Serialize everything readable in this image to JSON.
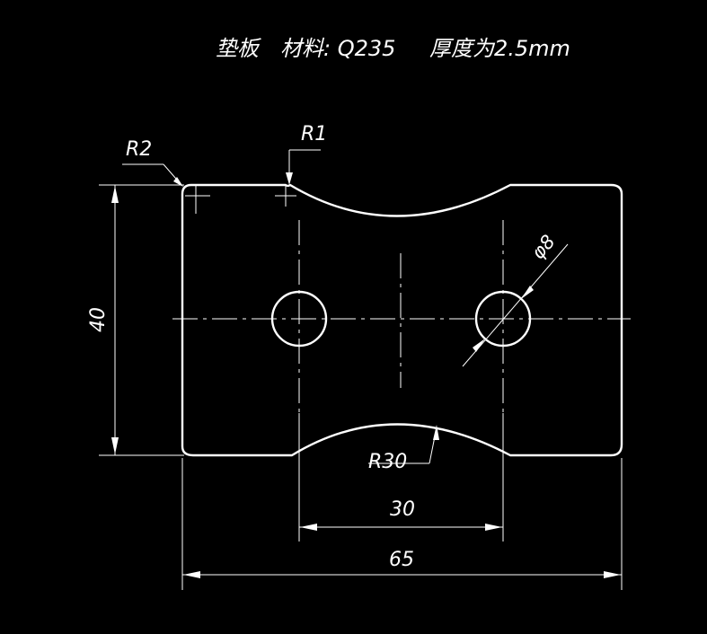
{
  "title": {
    "part_name": "垫板",
    "material": "材料: Q235",
    "thickness": "厚度为2.5mm"
  },
  "dimensions": {
    "r_top_left": "R2",
    "r_notch_corner": "R1",
    "height": "40",
    "hole_diameter": "φ8",
    "arc_radius": "R30",
    "notch_width": "30",
    "overall_width": "65"
  },
  "colors": {
    "background": "#000000",
    "lines": "#ffffff"
  }
}
